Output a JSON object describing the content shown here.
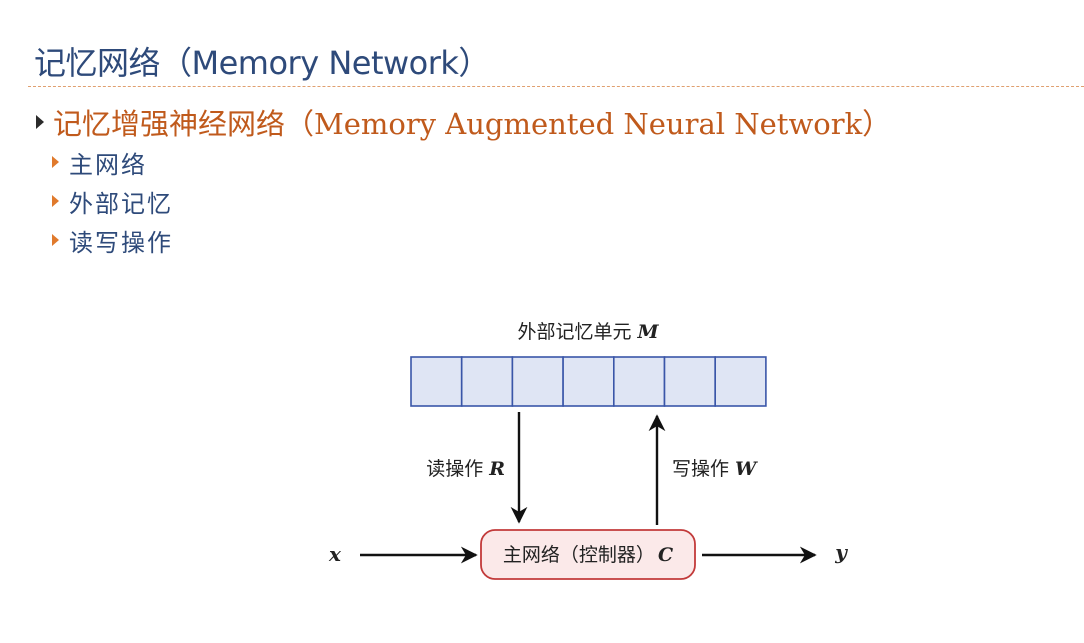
{
  "title": "记忆网络（Memory Network）",
  "main_bullet": "记忆增强神经网络（Memory Augmented Neural Network）",
  "sub_items": [
    "主网络",
    "外部记忆",
    "读写操作"
  ],
  "diagram": {
    "memory_label": "外部记忆单元",
    "memory_symbol": "M",
    "memory_cell_count": 7,
    "read_label": "读操作",
    "read_symbol": "R",
    "write_label": "写操作",
    "write_symbol": "W",
    "controller_label": "主网络（控制器）",
    "controller_symbol": "C",
    "input_symbol": "x",
    "output_symbol": "y",
    "colors": {
      "memory_fill": "#dfe5f4",
      "memory_stroke": "#3a56a8",
      "controller_fill": "#fbe9e9",
      "controller_stroke": "#c23a3a"
    }
  }
}
